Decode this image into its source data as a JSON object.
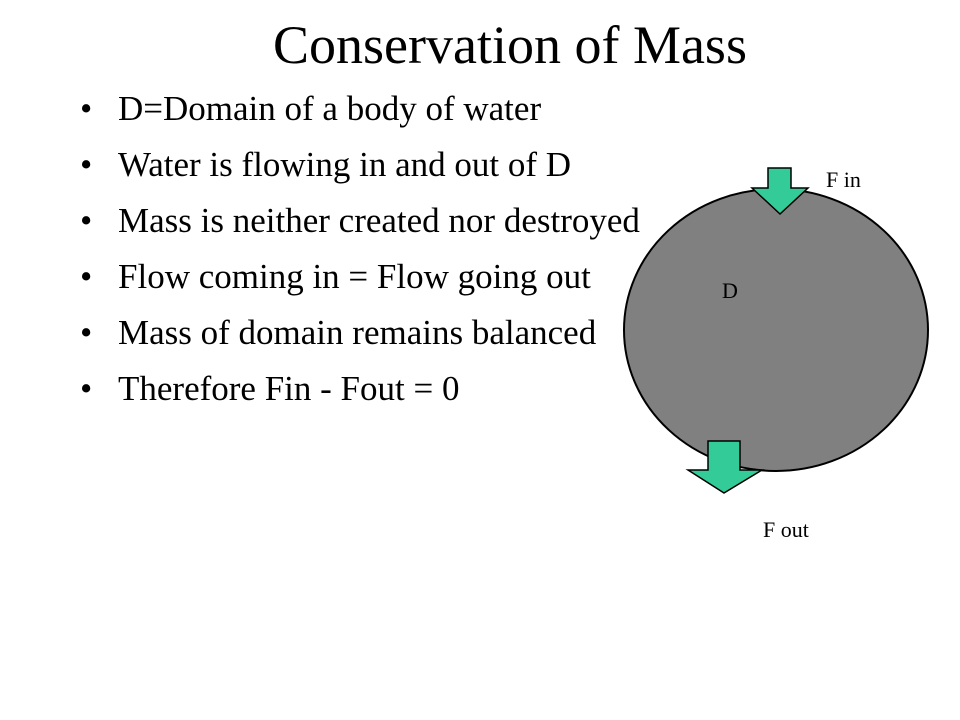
{
  "slide": {
    "title": "Conservation of Mass",
    "bullet_symbol": "•",
    "bullets": [
      "D=Domain of a body of water",
      "Water is flowing in and out of D",
      "Mass is neither created nor destroyed",
      "Flow coming in = Flow going out",
      "Mass of domain remains balanced",
      "Therefore Fin - Fout = 0"
    ]
  },
  "diagram": {
    "domain_label": "D",
    "inflow_label": "F in",
    "outflow_label": "F out",
    "colors": {
      "domain_fill": "#808080",
      "arrow_fill": "#33cc99",
      "outline": "#000000"
    }
  }
}
